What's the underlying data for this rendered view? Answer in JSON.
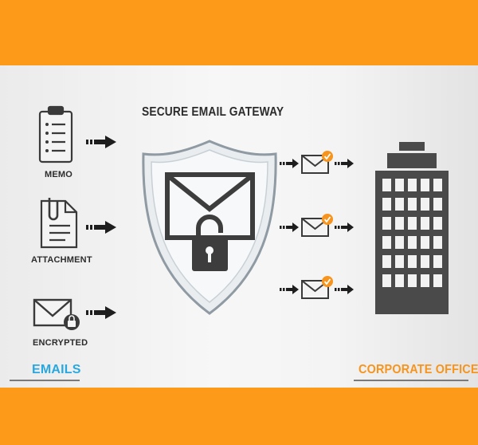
{
  "diagram": {
    "title": "SECURE EMAIL GATEWAY",
    "inputs": [
      {
        "label": "MEMO",
        "icon": "clipboard-icon"
      },
      {
        "label": "ATTACHMENT",
        "icon": "document-clip-icon"
      },
      {
        "label": "ENCRYPTED",
        "icon": "locked-envelope-icon"
      }
    ],
    "gateway_icon": "shield-envelope-padlock-icon",
    "outputs_icon": "verified-envelope-icon",
    "destination_icon": "office-building-icon",
    "left_caption": "EMAILS",
    "right_caption": "CORPORATE OFFICE"
  },
  "colors": {
    "frame": "#fd9a1a",
    "dark": "#3d3d3d",
    "emails_caption": "#29a8e0",
    "office_caption": "#f7941d",
    "check_badge": "#f7941d"
  }
}
